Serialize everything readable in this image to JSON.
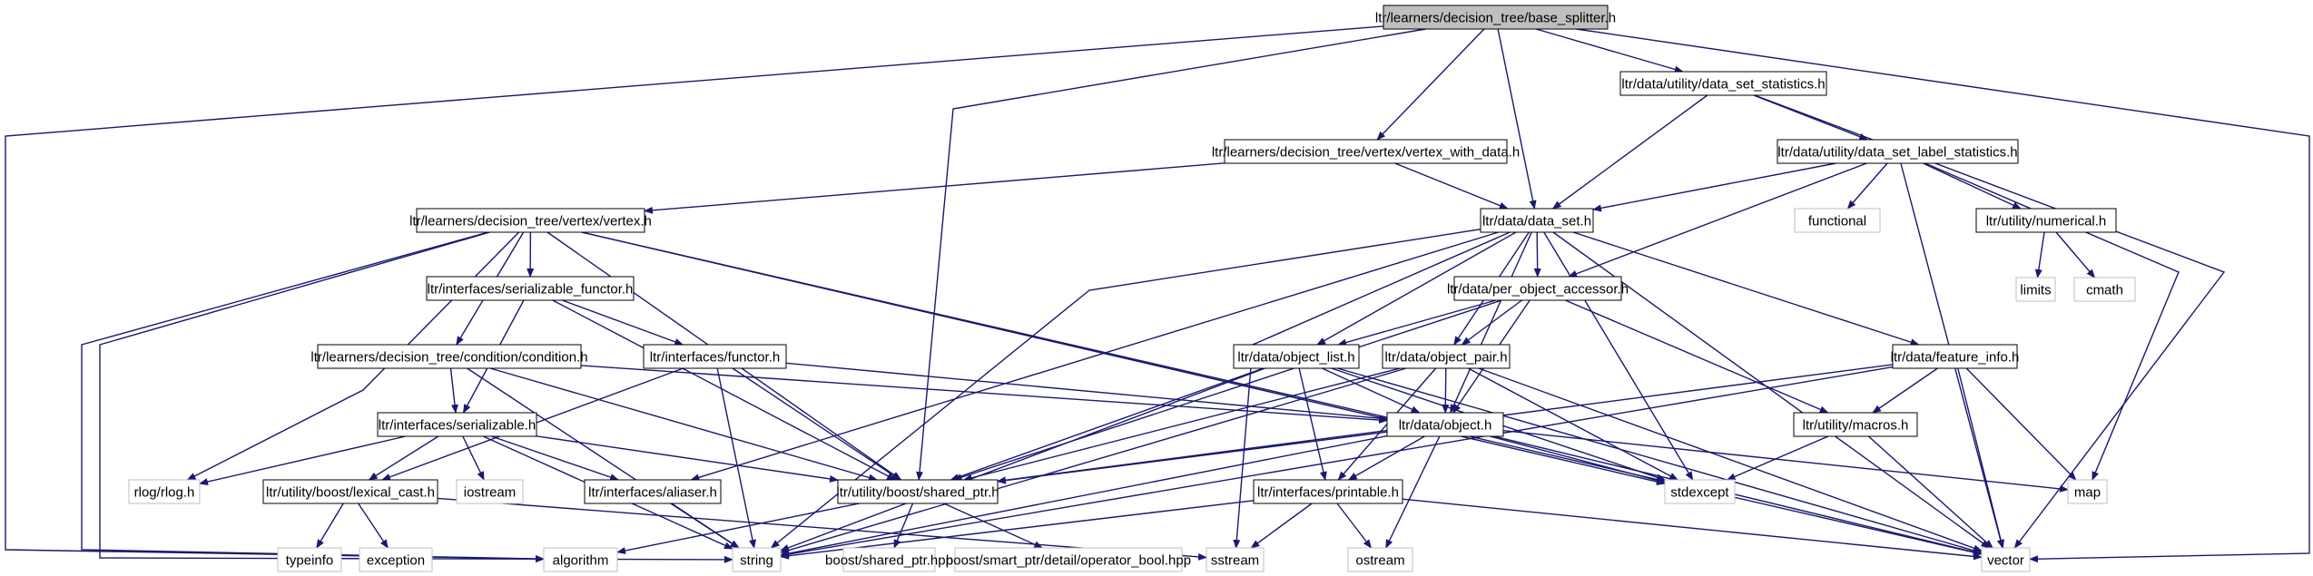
{
  "diagram": {
    "nodes": [
      {
        "id": "n_root",
        "label": "ltr/learners/decision_tree/base_splitter.h",
        "style": "root"
      },
      {
        "id": "n_dss",
        "label": "ltr/data/utility/data_set_statistics.h",
        "style": "box"
      },
      {
        "id": "n_vwd",
        "label": "ltr/learners/decision_tree/vertex/vertex_with_data.h",
        "style": "box"
      },
      {
        "id": "n_dsls",
        "label": "ltr/data/utility/data_set_label_statistics.h",
        "style": "box"
      },
      {
        "id": "n_vertex",
        "label": "ltr/learners/decision_tree/vertex/vertex.h",
        "style": "box"
      },
      {
        "id": "n_dataset",
        "label": "ltr/data/data_set.h",
        "style": "box"
      },
      {
        "id": "n_functional",
        "label": "functional",
        "style": "system"
      },
      {
        "id": "n_numerical",
        "label": "ltr/utility/numerical.h",
        "style": "box"
      },
      {
        "id": "n_serfunctor",
        "label": "ltr/interfaces/serializable_functor.h",
        "style": "box"
      },
      {
        "id": "n_poa",
        "label": "ltr/data/per_object_accessor.h",
        "style": "box"
      },
      {
        "id": "n_limits",
        "label": "limits",
        "style": "system"
      },
      {
        "id": "n_cmath",
        "label": "cmath",
        "style": "system"
      },
      {
        "id": "n_condition",
        "label": "ltr/learners/decision_tree/condition/condition.h",
        "style": "box"
      },
      {
        "id": "n_functor",
        "label": "ltr/interfaces/functor.h",
        "style": "box"
      },
      {
        "id": "n_objlist",
        "label": "ltr/data/object_list.h",
        "style": "box"
      },
      {
        "id": "n_objpair",
        "label": "ltr/data/object_pair.h",
        "style": "box"
      },
      {
        "id": "n_featinfo",
        "label": "ltr/data/feature_info.h",
        "style": "box"
      },
      {
        "id": "n_serializable",
        "label": "ltr/interfaces/serializable.h",
        "style": "box"
      },
      {
        "id": "n_object",
        "label": "ltr/data/object.h",
        "style": "box"
      },
      {
        "id": "n_macros",
        "label": "ltr/utility/macros.h",
        "style": "box"
      },
      {
        "id": "n_rlog",
        "label": "rlog/rlog.h",
        "style": "system"
      },
      {
        "id": "n_lexcast",
        "label": "ltr/utility/boost/lexical_cast.h",
        "style": "box"
      },
      {
        "id": "n_iostream",
        "label": "iostream",
        "style": "system"
      },
      {
        "id": "n_aliaser",
        "label": "ltr/interfaces/aliaser.h",
        "style": "box"
      },
      {
        "id": "n_sharedptr",
        "label": "ltr/utility/boost/shared_ptr.h",
        "style": "box"
      },
      {
        "id": "n_printable",
        "label": "ltr/interfaces/printable.h",
        "style": "box"
      },
      {
        "id": "n_stdexcept",
        "label": "stdexcept",
        "style": "system"
      },
      {
        "id": "n_map",
        "label": "map",
        "style": "system"
      },
      {
        "id": "n_typeinfo",
        "label": "typeinfo",
        "style": "system"
      },
      {
        "id": "n_exception",
        "label": "exception",
        "style": "system"
      },
      {
        "id": "n_algorithm",
        "label": "algorithm",
        "style": "system"
      },
      {
        "id": "n_string",
        "label": "string",
        "style": "system"
      },
      {
        "id": "n_bsharedptr",
        "label": "boost/shared_ptr.hpp",
        "style": "system"
      },
      {
        "id": "n_opbool",
        "label": "boost/smart_ptr/detail/operator_bool.hpp",
        "style": "system"
      },
      {
        "id": "n_sstream",
        "label": "sstream",
        "style": "system"
      },
      {
        "id": "n_ostream",
        "label": "ostream",
        "style": "system"
      },
      {
        "id": "n_vector",
        "label": "vector",
        "style": "system"
      }
    ],
    "edges": [
      [
        "n_root",
        "n_dss"
      ],
      [
        "n_root",
        "n_vwd"
      ],
      [
        "n_root",
        "n_dataset"
      ],
      [
        "n_root",
        "n_sharedptr"
      ],
      [
        "n_root",
        "n_algorithm"
      ],
      [
        "n_root",
        "n_vector"
      ],
      [
        "n_dss",
        "n_dsls"
      ],
      [
        "n_dss",
        "n_dataset"
      ],
      [
        "n_dss",
        "n_vector"
      ],
      [
        "n_vwd",
        "n_vertex"
      ],
      [
        "n_vwd",
        "n_dataset"
      ],
      [
        "n_dsls",
        "n_dataset"
      ],
      [
        "n_dsls",
        "n_functional"
      ],
      [
        "n_dsls",
        "n_numerical"
      ],
      [
        "n_dsls",
        "n_poa"
      ],
      [
        "n_dsls",
        "n_map"
      ],
      [
        "n_dsls",
        "n_vector"
      ],
      [
        "n_vertex",
        "n_serfunctor"
      ],
      [
        "n_vertex",
        "n_condition"
      ],
      [
        "n_vertex",
        "n_sharedptr"
      ],
      [
        "n_vertex",
        "n_rlog"
      ],
      [
        "n_vertex",
        "n_string"
      ],
      [
        "n_vertex",
        "n_algorithm"
      ],
      [
        "n_vertex",
        "n_stdexcept"
      ],
      [
        "n_vertex",
        "n_vector"
      ],
      [
        "n_dataset",
        "n_poa"
      ],
      [
        "n_dataset",
        "n_objlist"
      ],
      [
        "n_dataset",
        "n_objpair"
      ],
      [
        "n_dataset",
        "n_featinfo"
      ],
      [
        "n_dataset",
        "n_object"
      ],
      [
        "n_dataset",
        "n_aliaser"
      ],
      [
        "n_dataset",
        "n_string"
      ],
      [
        "n_dataset",
        "n_sstream"
      ],
      [
        "n_dataset",
        "n_stdexcept"
      ],
      [
        "n_dataset",
        "n_vector"
      ],
      [
        "n_numerical",
        "n_limits"
      ],
      [
        "n_numerical",
        "n_cmath"
      ],
      [
        "n_serfunctor",
        "n_functor"
      ],
      [
        "n_serfunctor",
        "n_serializable"
      ],
      [
        "n_serfunctor",
        "n_sharedptr"
      ],
      [
        "n_poa",
        "n_objpair"
      ],
      [
        "n_poa",
        "n_objlist"
      ],
      [
        "n_poa",
        "n_object"
      ],
      [
        "n_poa",
        "n_macros"
      ],
      [
        "n_poa",
        "n_sharedptr"
      ],
      [
        "n_condition",
        "n_serializable"
      ],
      [
        "n_condition",
        "n_object"
      ],
      [
        "n_condition",
        "n_sharedptr"
      ],
      [
        "n_condition",
        "n_string"
      ],
      [
        "n_functor",
        "n_object"
      ],
      [
        "n_functor",
        "n_lexcast"
      ],
      [
        "n_functor",
        "n_sharedptr"
      ],
      [
        "n_functor",
        "n_string"
      ],
      [
        "n_objlist",
        "n_object"
      ],
      [
        "n_objlist",
        "n_printable"
      ],
      [
        "n_objlist",
        "n_sharedptr"
      ],
      [
        "n_objlist",
        "n_string"
      ],
      [
        "n_objlist",
        "n_vector"
      ],
      [
        "n_objlist",
        "n_stdexcept"
      ],
      [
        "n_objpair",
        "n_object"
      ],
      [
        "n_objpair",
        "n_printable"
      ],
      [
        "n_objpair",
        "n_sharedptr"
      ],
      [
        "n_objpair",
        "n_string"
      ],
      [
        "n_objpair",
        "n_stdexcept"
      ],
      [
        "n_objpair",
        "n_vector"
      ],
      [
        "n_featinfo",
        "n_macros"
      ],
      [
        "n_featinfo",
        "n_sharedptr"
      ],
      [
        "n_featinfo",
        "n_map"
      ],
      [
        "n_featinfo",
        "n_string"
      ],
      [
        "n_featinfo",
        "n_vector"
      ],
      [
        "n_serializable",
        "n_rlog"
      ],
      [
        "n_serializable",
        "n_lexcast"
      ],
      [
        "n_serializable",
        "n_iostream"
      ],
      [
        "n_serializable",
        "n_aliaser"
      ],
      [
        "n_serializable",
        "n_sharedptr"
      ],
      [
        "n_serializable",
        "n_string"
      ],
      [
        "n_object",
        "n_sharedptr"
      ],
      [
        "n_object",
        "n_printable"
      ],
      [
        "n_object",
        "n_stdexcept"
      ],
      [
        "n_object",
        "n_map"
      ],
      [
        "n_object",
        "n_string"
      ],
      [
        "n_object",
        "n_ostream"
      ],
      [
        "n_object",
        "n_vector"
      ],
      [
        "n_macros",
        "n_stdexcept"
      ],
      [
        "n_macros",
        "n_vector"
      ],
      [
        "n_lexcast",
        "n_typeinfo"
      ],
      [
        "n_lexcast",
        "n_exception"
      ],
      [
        "n_lexcast",
        "n_sstream"
      ],
      [
        "n_aliaser",
        "n_string"
      ],
      [
        "n_sharedptr",
        "n_algorithm"
      ],
      [
        "n_sharedptr",
        "n_bsharedptr"
      ],
      [
        "n_sharedptr",
        "n_opbool"
      ],
      [
        "n_printable",
        "n_string"
      ],
      [
        "n_printable",
        "n_sstream"
      ],
      [
        "n_printable",
        "n_ostream"
      ],
      [
        "n_printable",
        "n_vector"
      ]
    ],
    "colors": {
      "edge": "#191970",
      "box_border": "#000000",
      "system_border": "#bfbfbf",
      "root_fill": "#bfbfbf",
      "box_fill": "#ffffff",
      "text": "#000000"
    }
  }
}
